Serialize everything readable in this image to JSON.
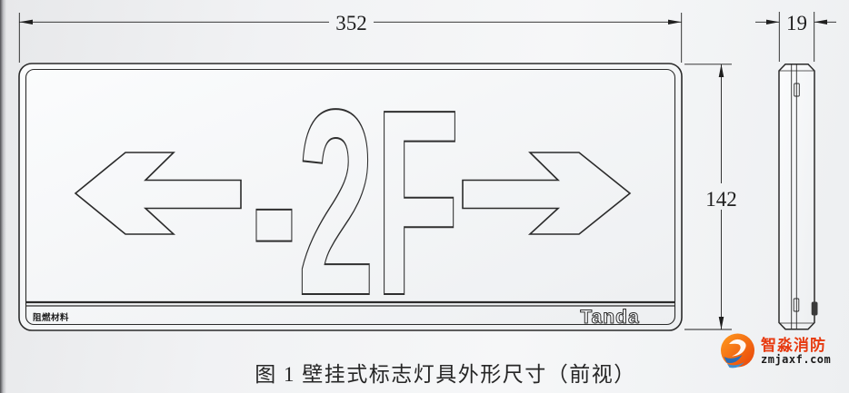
{
  "figure": {
    "caption": "图 1  壁挂式标志灯具外形尺寸（前视）",
    "front_view": {
      "sign_label": "-2F",
      "brand": "Tanda",
      "material": "阻燃材料",
      "width": "352",
      "height": "142"
    },
    "side_view": {
      "depth": "19"
    }
  },
  "watermark": {
    "brand": "智淼消防",
    "site": "zmjaxf.com"
  },
  "icons": {
    "left_arrow": "direction-arrow-left",
    "right_arrow": "direction-arrow-right",
    "logo": "zhimiao-fire-protection-logo"
  },
  "colors": {
    "line": "#2b2b2b",
    "watermark_red": "#e73a10",
    "logo_orange": "#f07c14",
    "logo_blue": "#2a6db5"
  }
}
